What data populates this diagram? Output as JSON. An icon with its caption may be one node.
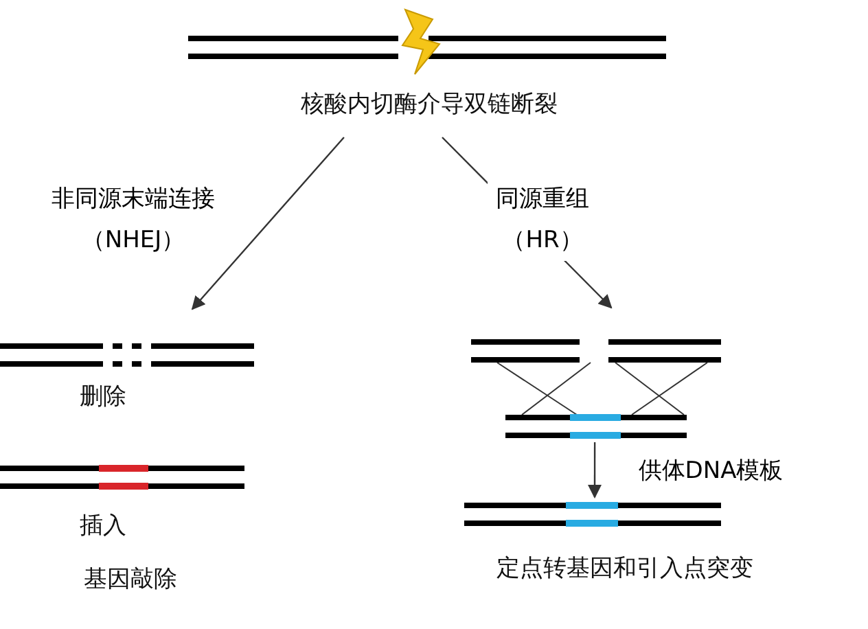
{
  "diagram": {
    "nodes": [
      {
        "text": [
          "核酸内切酶介导双链断裂"
        ]
      },
      {
        "text": [
          "删除"
        ]
      },
      {
        "text": [
          "插入"
        ]
      },
      {
        "text": [],
        "shape": "picture"
      },
      {
        "text": [
          "定点转基因和引入点突变"
        ]
      }
    ],
    "edges": [
      {
        "from": 0,
        "to": 1,
        "arrow": "to",
        "label": "非同源末端连接（NHEJ）"
      },
      {
        "from": 0,
        "to": 3,
        "arrow": "to",
        "label": "同源重组（HR）"
      },
      {
        "from": 3,
        "to": 4,
        "arrow": "to",
        "label": "供体DNA模板"
      }
    ],
    "labels": [
      "基因敲除"
    ]
  }
}
